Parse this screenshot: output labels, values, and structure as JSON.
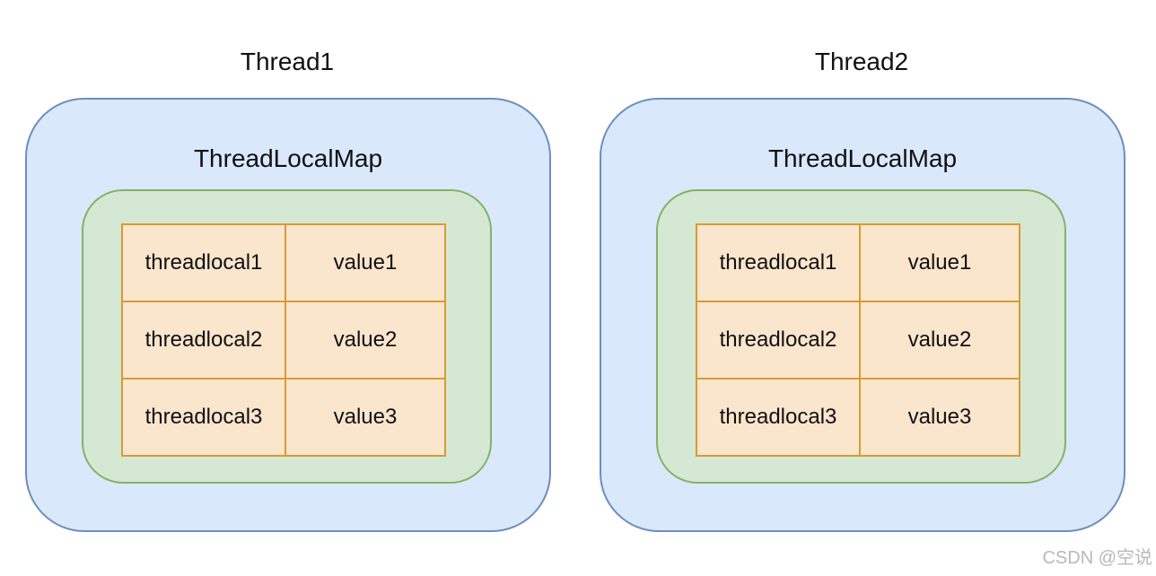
{
  "threads": [
    {
      "title": "Thread1",
      "map_title": "ThreadLocalMap",
      "entries": [
        {
          "key": "threadlocal1",
          "value": "value1"
        },
        {
          "key": "threadlocal2",
          "value": "value2"
        },
        {
          "key": "threadlocal3",
          "value": "value3"
        }
      ]
    },
    {
      "title": "Thread2",
      "map_title": "ThreadLocalMap",
      "entries": [
        {
          "key": "threadlocal1",
          "value": "value1"
        },
        {
          "key": "threadlocal2",
          "value": "value2"
        },
        {
          "key": "threadlocal3",
          "value": "value3"
        }
      ]
    }
  ],
  "watermark": "CSDN @空说",
  "colors": {
    "thread_fill": "#dae8fc",
    "thread_border": "#6c8ebf",
    "map_fill": "#d5e8d4",
    "map_border": "#82b366",
    "cell_fill": "#fae5cd",
    "cell_border": "#d79b32"
  }
}
